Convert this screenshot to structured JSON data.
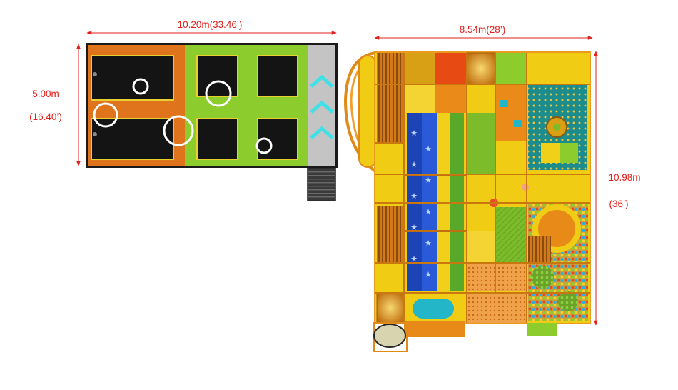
{
  "dimensions": {
    "trampoline_width": "10.20m(33.46’)",
    "trampoline_height_m": "5.00m",
    "trampoline_height_ft": "(16.40’)",
    "playground_width": "8.54m(28’)",
    "playground_height_m": "10.98m",
    "playground_height_ft": "(36’)"
  },
  "colors": {
    "dimension_line": "#e0201c",
    "trampoline_orange": "#e0741c",
    "trampoline_green": "#8ccc2c",
    "trampoline_bed": "#141414",
    "ramp_chevron": "#3fe0e6",
    "play_yellow": "#f0cc14",
    "play_orange": "#ea8a18",
    "play_green": "#7cbc2a",
    "play_teal": "#1c8c8c",
    "lane_blue": "#1c44b4"
  },
  "icons": {
    "chevron": "chevron-up-icon",
    "star": "star-icon"
  }
}
